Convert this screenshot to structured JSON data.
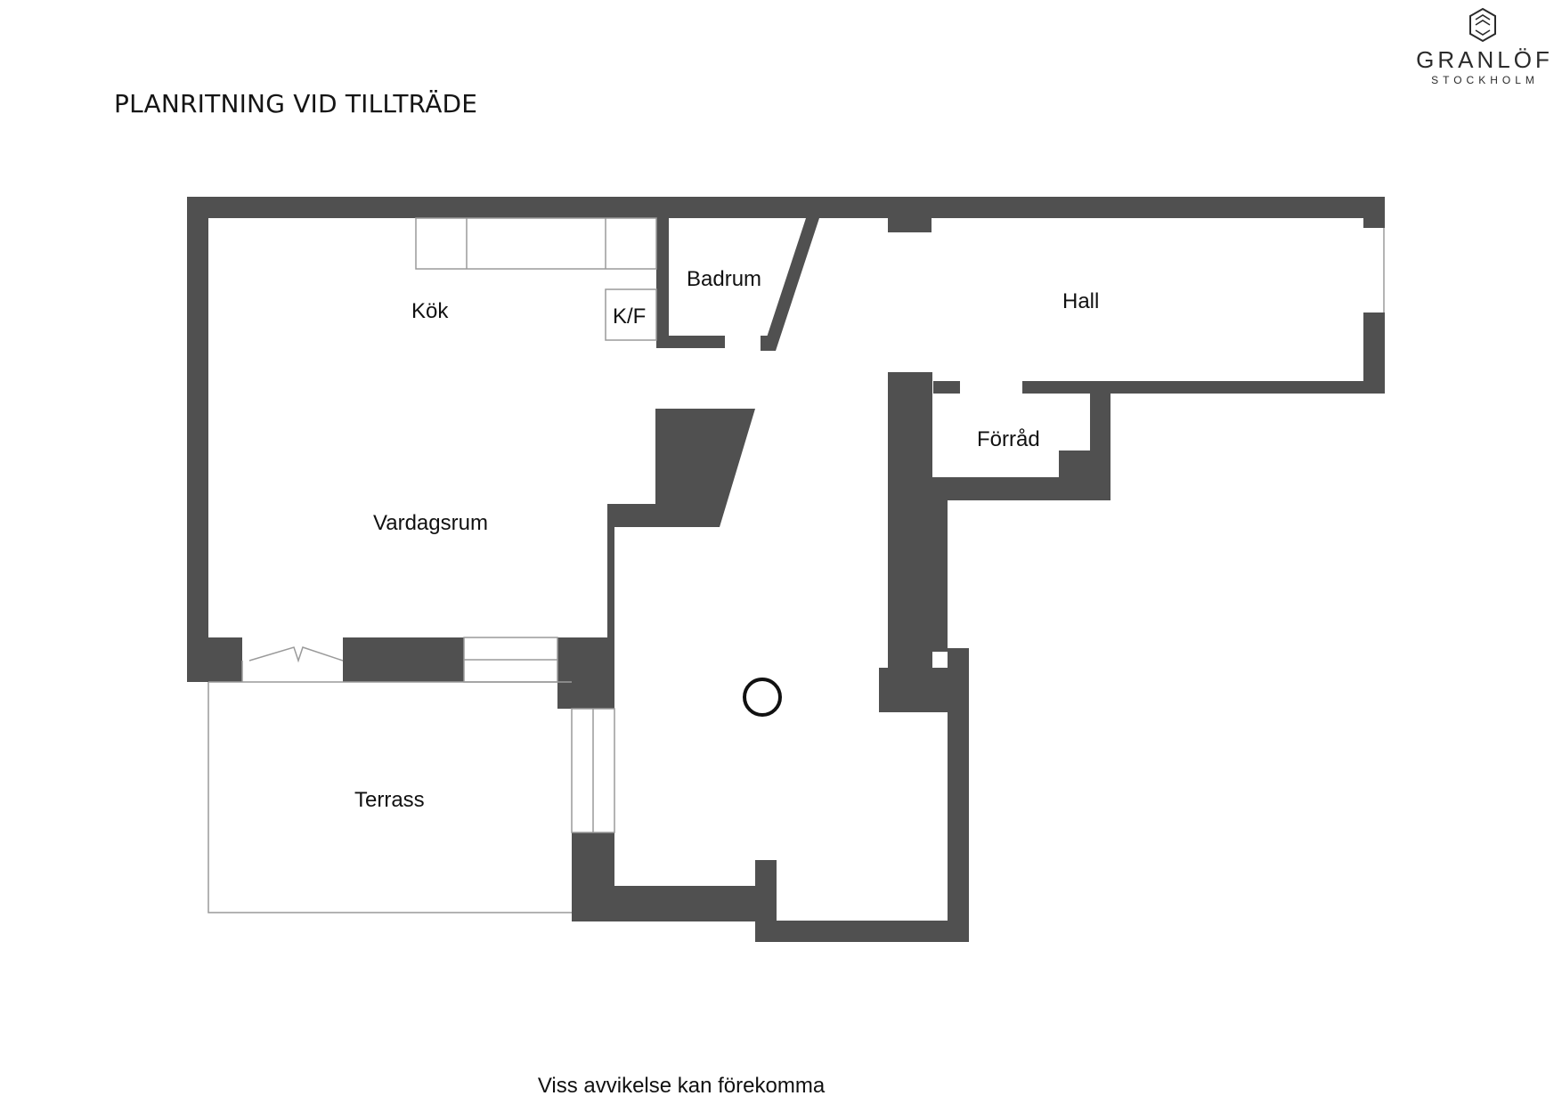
{
  "title": "PLANRITNING VID TILLTRÄDE",
  "brand": {
    "name": "GRANLÖF",
    "location": "STOCKHOLM",
    "logo": "diamond-emblem-icon"
  },
  "rooms": {
    "kok": "Kök",
    "kf": "K/F",
    "badrum": "Badrum",
    "hall": "Hall",
    "forrad": "Förråd",
    "vardagsrum": "Vardagsrum",
    "terrass": "Terrass"
  },
  "footer": "Viss avvikelse kan förekomma",
  "colors": {
    "wall": "#505050",
    "thin_line": "#9a9a9a",
    "background": "#ffffff"
  }
}
